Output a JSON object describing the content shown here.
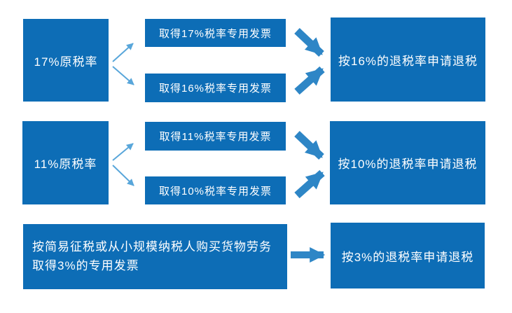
{
  "diagram": {
    "type": "flowchart",
    "rows": [
      {
        "source": "17%原税率",
        "branches": [
          "取得17%税率专用发票",
          "取得16%税率专用发票"
        ],
        "result": "按16%的退税率申请退税"
      },
      {
        "source": "11%原税率",
        "branches": [
          "取得11%税率专用发票",
          "取得10%税率专用发票"
        ],
        "result": "按10%的退税率申请退税"
      },
      {
        "source": "按简易征税或从小规模纳税人购买货物劳务取得3%的专用发票",
        "branches": [],
        "result": "按3%的退税率申请退税"
      }
    ]
  },
  "palette": {
    "box_fill": "#0d6db6",
    "thick_arrow": "#2e86c6",
    "thin_arrow": "#58a6da",
    "text": "#ffffff",
    "background": "#ffffff"
  }
}
